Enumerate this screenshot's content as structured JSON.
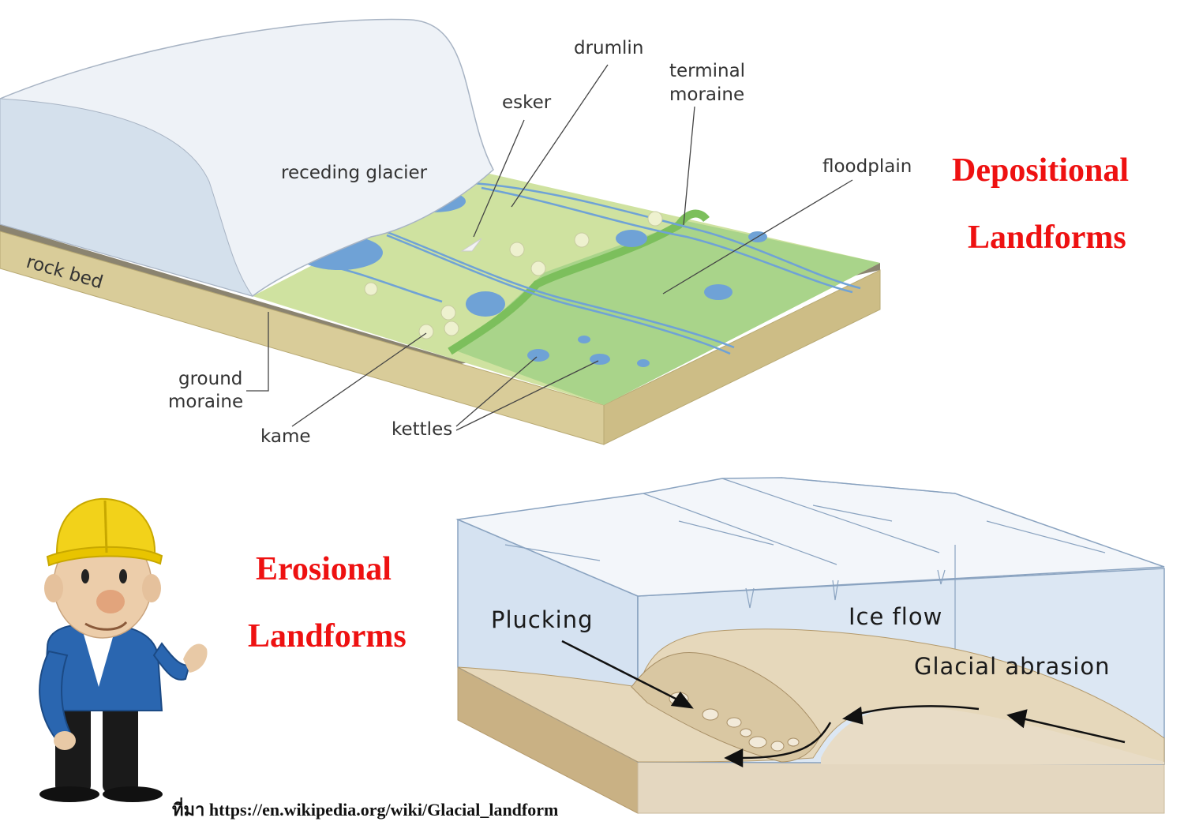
{
  "depositional": {
    "title_line1": "Depositional",
    "title_line2": "Landforms",
    "labels": {
      "drumlin": "drumlin",
      "terminal_moraine_1": "terminal",
      "terminal_moraine_2": "moraine",
      "esker": "esker",
      "receding_glacier": "receding glacier",
      "floodplain": "floodplain",
      "rock_bed": "rock bed",
      "ground_moraine_1": "ground",
      "ground_moraine_2": "moraine",
      "kame": "kame",
      "kettles": "kettles"
    }
  },
  "erosional": {
    "title_line1": "Erosional",
    "title_line2": "Landforms",
    "labels": {
      "plucking": "Plucking",
      "ice_flow": "Ice flow",
      "glacial_abrasion": "Glacial abrasion"
    }
  },
  "source": "ที่มา https://en.wikipedia.org/wiki/Glacial_landform",
  "colors": {
    "title_red": "#ee1111",
    "ice": "#dfe8f2",
    "plain_green": "#cfe2a0",
    "water_blue": "#6fa2d6",
    "rock_bed": "#d9cc99"
  },
  "icons": [
    "engineer-character"
  ]
}
